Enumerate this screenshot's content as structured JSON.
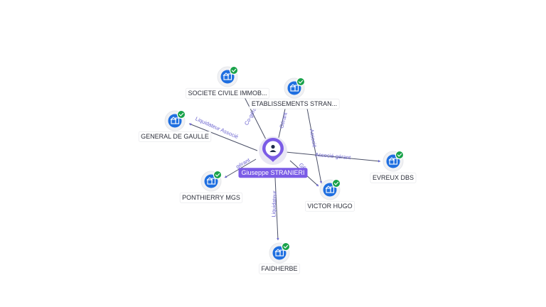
{
  "person": {
    "name": "Giuseppe STRANIERI",
    "icon": "person-icon",
    "color": "#7b5ce6"
  },
  "companies": [
    {
      "id": "sci",
      "label": "SOCIETE CIVILE IMMOB...",
      "icon": "building-icon",
      "verified": true
    },
    {
      "id": "etab",
      "label": "ETABLISSEMENTS STRAN...",
      "icon": "building-icon",
      "verified": true
    },
    {
      "id": "gaulle",
      "label": "GENERAL DE GAULLE",
      "icon": "building-icon",
      "verified": true
    },
    {
      "id": "evreux",
      "label": "EVREUX DBS",
      "icon": "building-icon",
      "verified": true
    },
    {
      "id": "ponthierry",
      "label": "PONTHIERRY MGS",
      "icon": "building-icon",
      "verified": true
    },
    {
      "id": "victor",
      "label": "VICTOR HUGO",
      "icon": "building-icon",
      "verified": true
    },
    {
      "id": "faidherbe",
      "label": "FAIDHERBE",
      "icon": "building-icon",
      "verified": true
    }
  ],
  "edges": [
    {
      "from": "person",
      "to": "sci",
      "label": "Co-gérant"
    },
    {
      "from": "person",
      "to": "etab",
      "label": "Gérant"
    },
    {
      "from": "etab",
      "to": "victor",
      "label": "Associé"
    },
    {
      "from": "person",
      "to": "gaulle",
      "label": "Liquidateur Associé"
    },
    {
      "from": "person",
      "to": "evreux",
      "label": "Associé-gérant"
    },
    {
      "from": "person",
      "to": "ponthierry",
      "label": "gérant"
    },
    {
      "from": "person",
      "to": "victor",
      "label": "Gé"
    },
    {
      "from": "person",
      "to": "faidherbe",
      "label": "Liquidateur"
    }
  ],
  "colors": {
    "company_node": "#1f6fe0",
    "verified_badge": "#19a24a",
    "edge_label": "#6a62cf",
    "person": "#7b5ce6"
  }
}
